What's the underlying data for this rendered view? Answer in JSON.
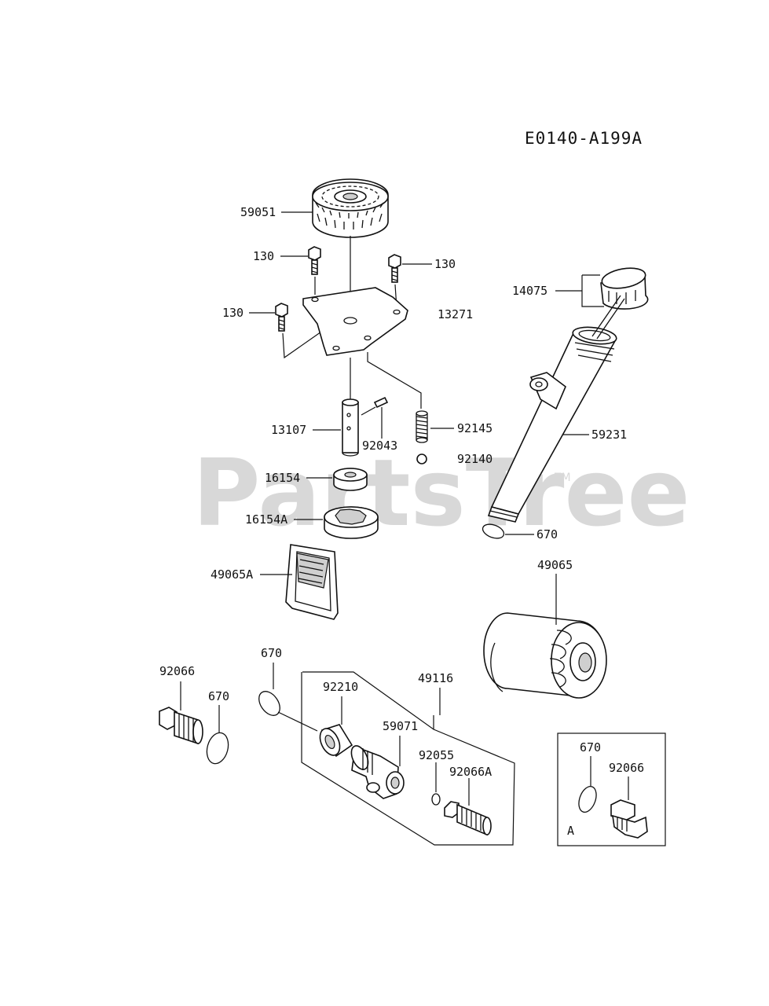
{
  "diagram_code": "E0140-A199A",
  "watermark": {
    "text": "PartsTree",
    "trademark": "TM"
  },
  "inset_label": "A",
  "parts": {
    "gear": "59051",
    "bolt_a": "130",
    "bolt_b": "130",
    "bolt_c": "130",
    "cover": "13271",
    "dipstick": "14075",
    "pipe": "59231",
    "shaft": "13107",
    "pin": "92043",
    "spring": "92145",
    "ball": "92140",
    "inner_rotor": "16154",
    "outer_rotor": "16154A",
    "oring_pipe": "670",
    "strainer": "49065A",
    "oil_filter": "49065",
    "plug_left": "92066",
    "oring_left": "670",
    "oring_center": "670",
    "bracket_assy": "49116",
    "nut": "92210",
    "fitting": "59071",
    "oring_small": "92055",
    "nipple": "92066A",
    "oring_inset": "670",
    "plug_inset": "92066"
  }
}
